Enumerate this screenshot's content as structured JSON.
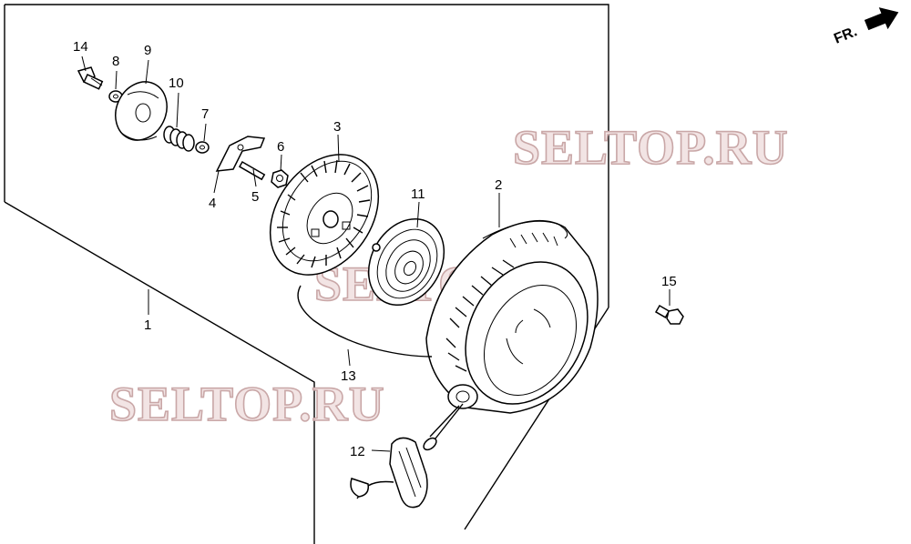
{
  "diagram": {
    "watermark": "SELTOP.RU",
    "direction_marker": {
      "label": "FR.",
      "icon": "arrow-right-icon"
    },
    "callouts": [
      {
        "id": "c1",
        "label": "1"
      },
      {
        "id": "c2",
        "label": "2"
      },
      {
        "id": "c3",
        "label": "3"
      },
      {
        "id": "c4",
        "label": "4"
      },
      {
        "id": "c5",
        "label": "5"
      },
      {
        "id": "c6",
        "label": "6"
      },
      {
        "id": "c7",
        "label": "7"
      },
      {
        "id": "c8",
        "label": "8"
      },
      {
        "id": "c9",
        "label": "9"
      },
      {
        "id": "c10",
        "label": "10"
      },
      {
        "id": "c11",
        "label": "11"
      },
      {
        "id": "c12",
        "label": "12"
      },
      {
        "id": "c13",
        "label": "13"
      },
      {
        "id": "c14",
        "label": "14"
      },
      {
        "id": "c15",
        "label": "15"
      }
    ]
  }
}
